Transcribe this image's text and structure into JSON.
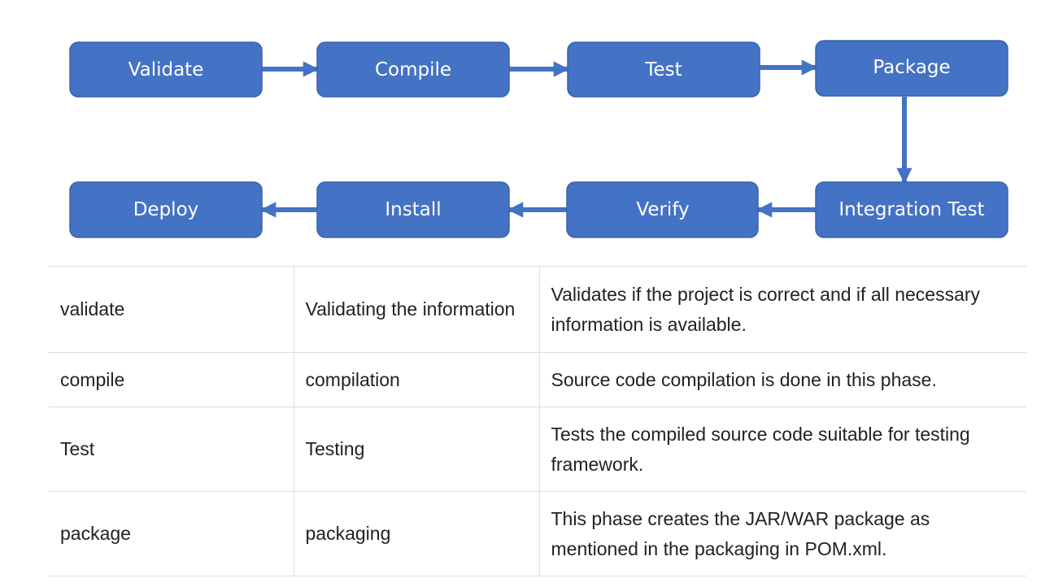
{
  "diagram": {
    "fill_color": "#4472c4",
    "border_color": "#3a62ab",
    "nodes": {
      "validate": "Validate",
      "compile": "Compile",
      "test": "Test",
      "package": "Package",
      "integration_test": "Integration Test",
      "verify": "Verify",
      "install": "Install",
      "deploy": "Deploy"
    }
  },
  "table": {
    "rows": [
      {
        "phase": "validate",
        "activity": "Validating the information",
        "description": "Validates if the project is correct and if all necessary information is available."
      },
      {
        "phase": "compile",
        "activity": "compilation",
        "description": "Source code compilation is done in this phase."
      },
      {
        "phase": "Test",
        "activity": "Testing",
        "description": "Tests the compiled source code suitable for testing framework."
      },
      {
        "phase": "package",
        "activity": "packaging",
        "description": "This phase creates the JAR/WAR package as mentioned in the packaging in POM.xml."
      }
    ]
  }
}
